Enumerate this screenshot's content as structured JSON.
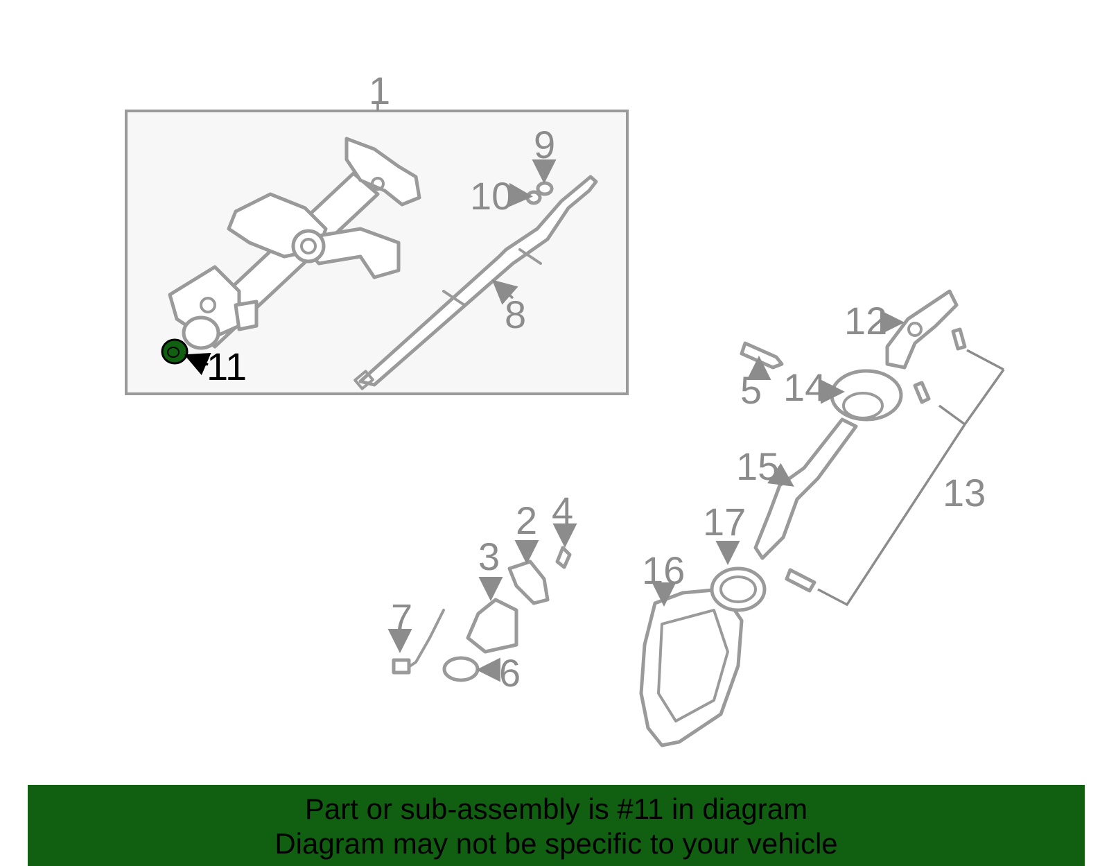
{
  "callouts": {
    "c1": "1",
    "c2": "2",
    "c3": "3",
    "c4": "4",
    "c5": "5",
    "c6": "6",
    "c7": "7",
    "c8": "8",
    "c9": "9",
    "c10": "10",
    "c11": "11",
    "c12": "12",
    "c13": "13",
    "c14": "14",
    "c15": "15",
    "c16": "16",
    "c17": "17"
  },
  "highlighted_part": "11",
  "colors": {
    "highlight_fill": "#116011",
    "banner_background": "#116011",
    "inset_background": "#f7f7f7",
    "line_gray": "#9a9a9a"
  },
  "banner": {
    "line1": "Part or sub-assembly is #11 in diagram",
    "line2": "Diagram may not be specific to your vehicle"
  }
}
